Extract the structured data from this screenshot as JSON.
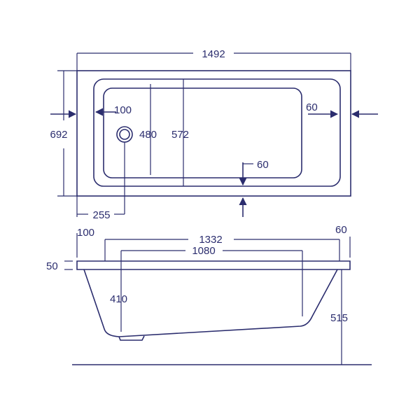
{
  "colors": {
    "outline": "#2b2d6e",
    "background": "#ffffff"
  },
  "plan_view": {
    "overall_length": "1492",
    "overall_width": "692",
    "rim_left": "100",
    "rim_right": "60",
    "inner_width_a": "480",
    "inner_width_b": "572",
    "rim_bottom": "60",
    "waste_offset": "255"
  },
  "side_view": {
    "rim_left": "100",
    "rim_right": "60",
    "top_length": "1332",
    "bottom_length": "1080",
    "rim_thickness": "50",
    "inner_depth": "410",
    "overall_height": "515"
  }
}
